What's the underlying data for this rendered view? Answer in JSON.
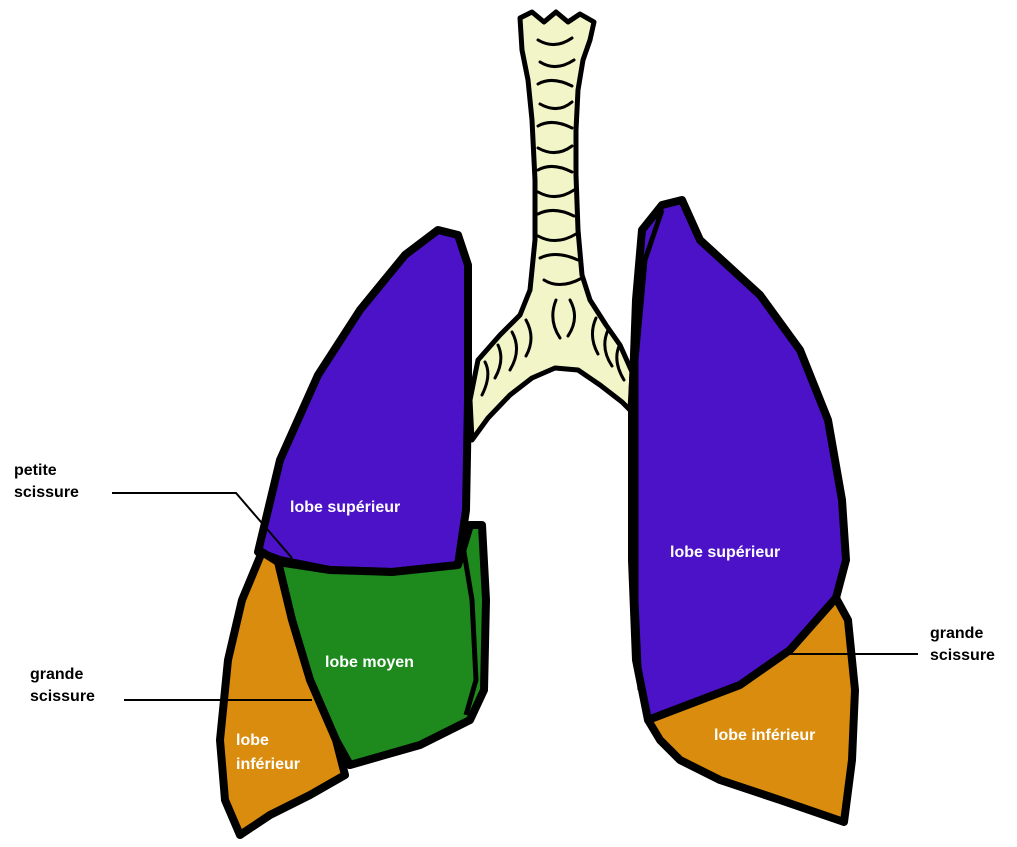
{
  "colors": {
    "upper_lobe": "#4B12C8",
    "middle_lobe": "#1E8A1E",
    "lower_lobe": "#D98C0E",
    "trachea": "#F2F5C8",
    "outline": "#000000"
  },
  "right_lung": {
    "upper_lobe_label": "lobe supérieur",
    "middle_lobe_label": "lobe moyen",
    "lower_lobe_label_line1": "lobe",
    "lower_lobe_label_line2": "inférieur"
  },
  "left_lung": {
    "upper_lobe_label": "lobe supérieur",
    "lower_lobe_label": "lobe inférieur"
  },
  "callouts": {
    "petite_scissure_line1": "petite",
    "petite_scissure_line2": "scissure",
    "grande_scissure_right_line1": "grande",
    "grande_scissure_right_line2": "scissure",
    "grande_scissure_left_line1": "grande",
    "grande_scissure_left_line2": "scissure"
  }
}
